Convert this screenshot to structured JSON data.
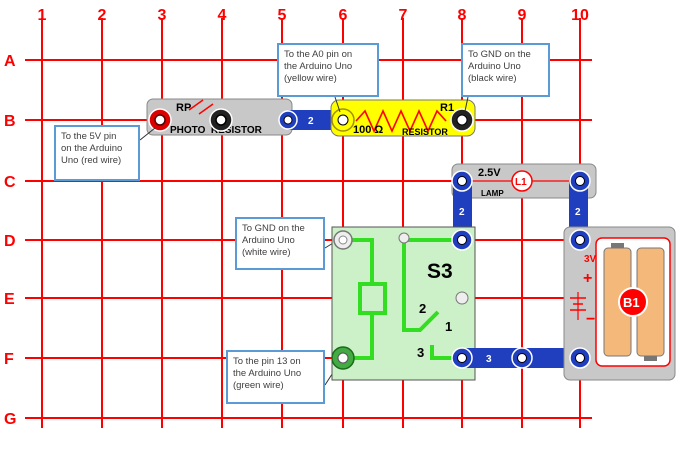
{
  "grid": {
    "columns": [
      "1",
      "2",
      "3",
      "4",
      "5",
      "6",
      "7",
      "8",
      "9",
      "10"
    ],
    "rows": [
      "A",
      "B",
      "C",
      "D",
      "E",
      "F",
      "G"
    ],
    "line_color": "#ff0000"
  },
  "parts": {
    "photoresistor": {
      "id": "RP",
      "label": "PHOTO  RESISTOR"
    },
    "wire2_top": {
      "num": "2"
    },
    "resistor": {
      "id": "R1",
      "value": "100 Ω",
      "label": "RESISTOR"
    },
    "lamp": {
      "id": "L1",
      "voltage": "2.5V",
      "label": "LAMP"
    },
    "wire2_left": {
      "num": "2"
    },
    "wire2_right": {
      "num": "2"
    },
    "switch": {
      "id": "S3",
      "pin1": "1",
      "pin2": "2",
      "pin3": "3"
    },
    "wire3_bottom": {
      "num": "3"
    },
    "battery": {
      "id": "B1",
      "voltage": "3V",
      "plus": "+",
      "minus": "−"
    }
  },
  "callouts": {
    "a0": "To the A0 pin on\nthe Arduino Uno\n(yellow wire)",
    "gnd_black": "To GND on the\nArduino Uno\n(black wire)",
    "v5": "To the 5V pin\non the Arduino\nUno (red wire)",
    "gnd_white": "To GND on the\nArduino Uno\n(white wire)",
    "pin13": "To the pin 13 on\nthe Arduino Uno\n(green wire)"
  },
  "colors": {
    "grid": "#ff0000",
    "snap_blue": "#1f3fbf",
    "switch_board": "#ccf0c8",
    "switch_trace": "#33dd22",
    "resistor_body": "#ffff00",
    "callout_border": "#5b9bd5",
    "battery_cell": "#f4b97a"
  }
}
